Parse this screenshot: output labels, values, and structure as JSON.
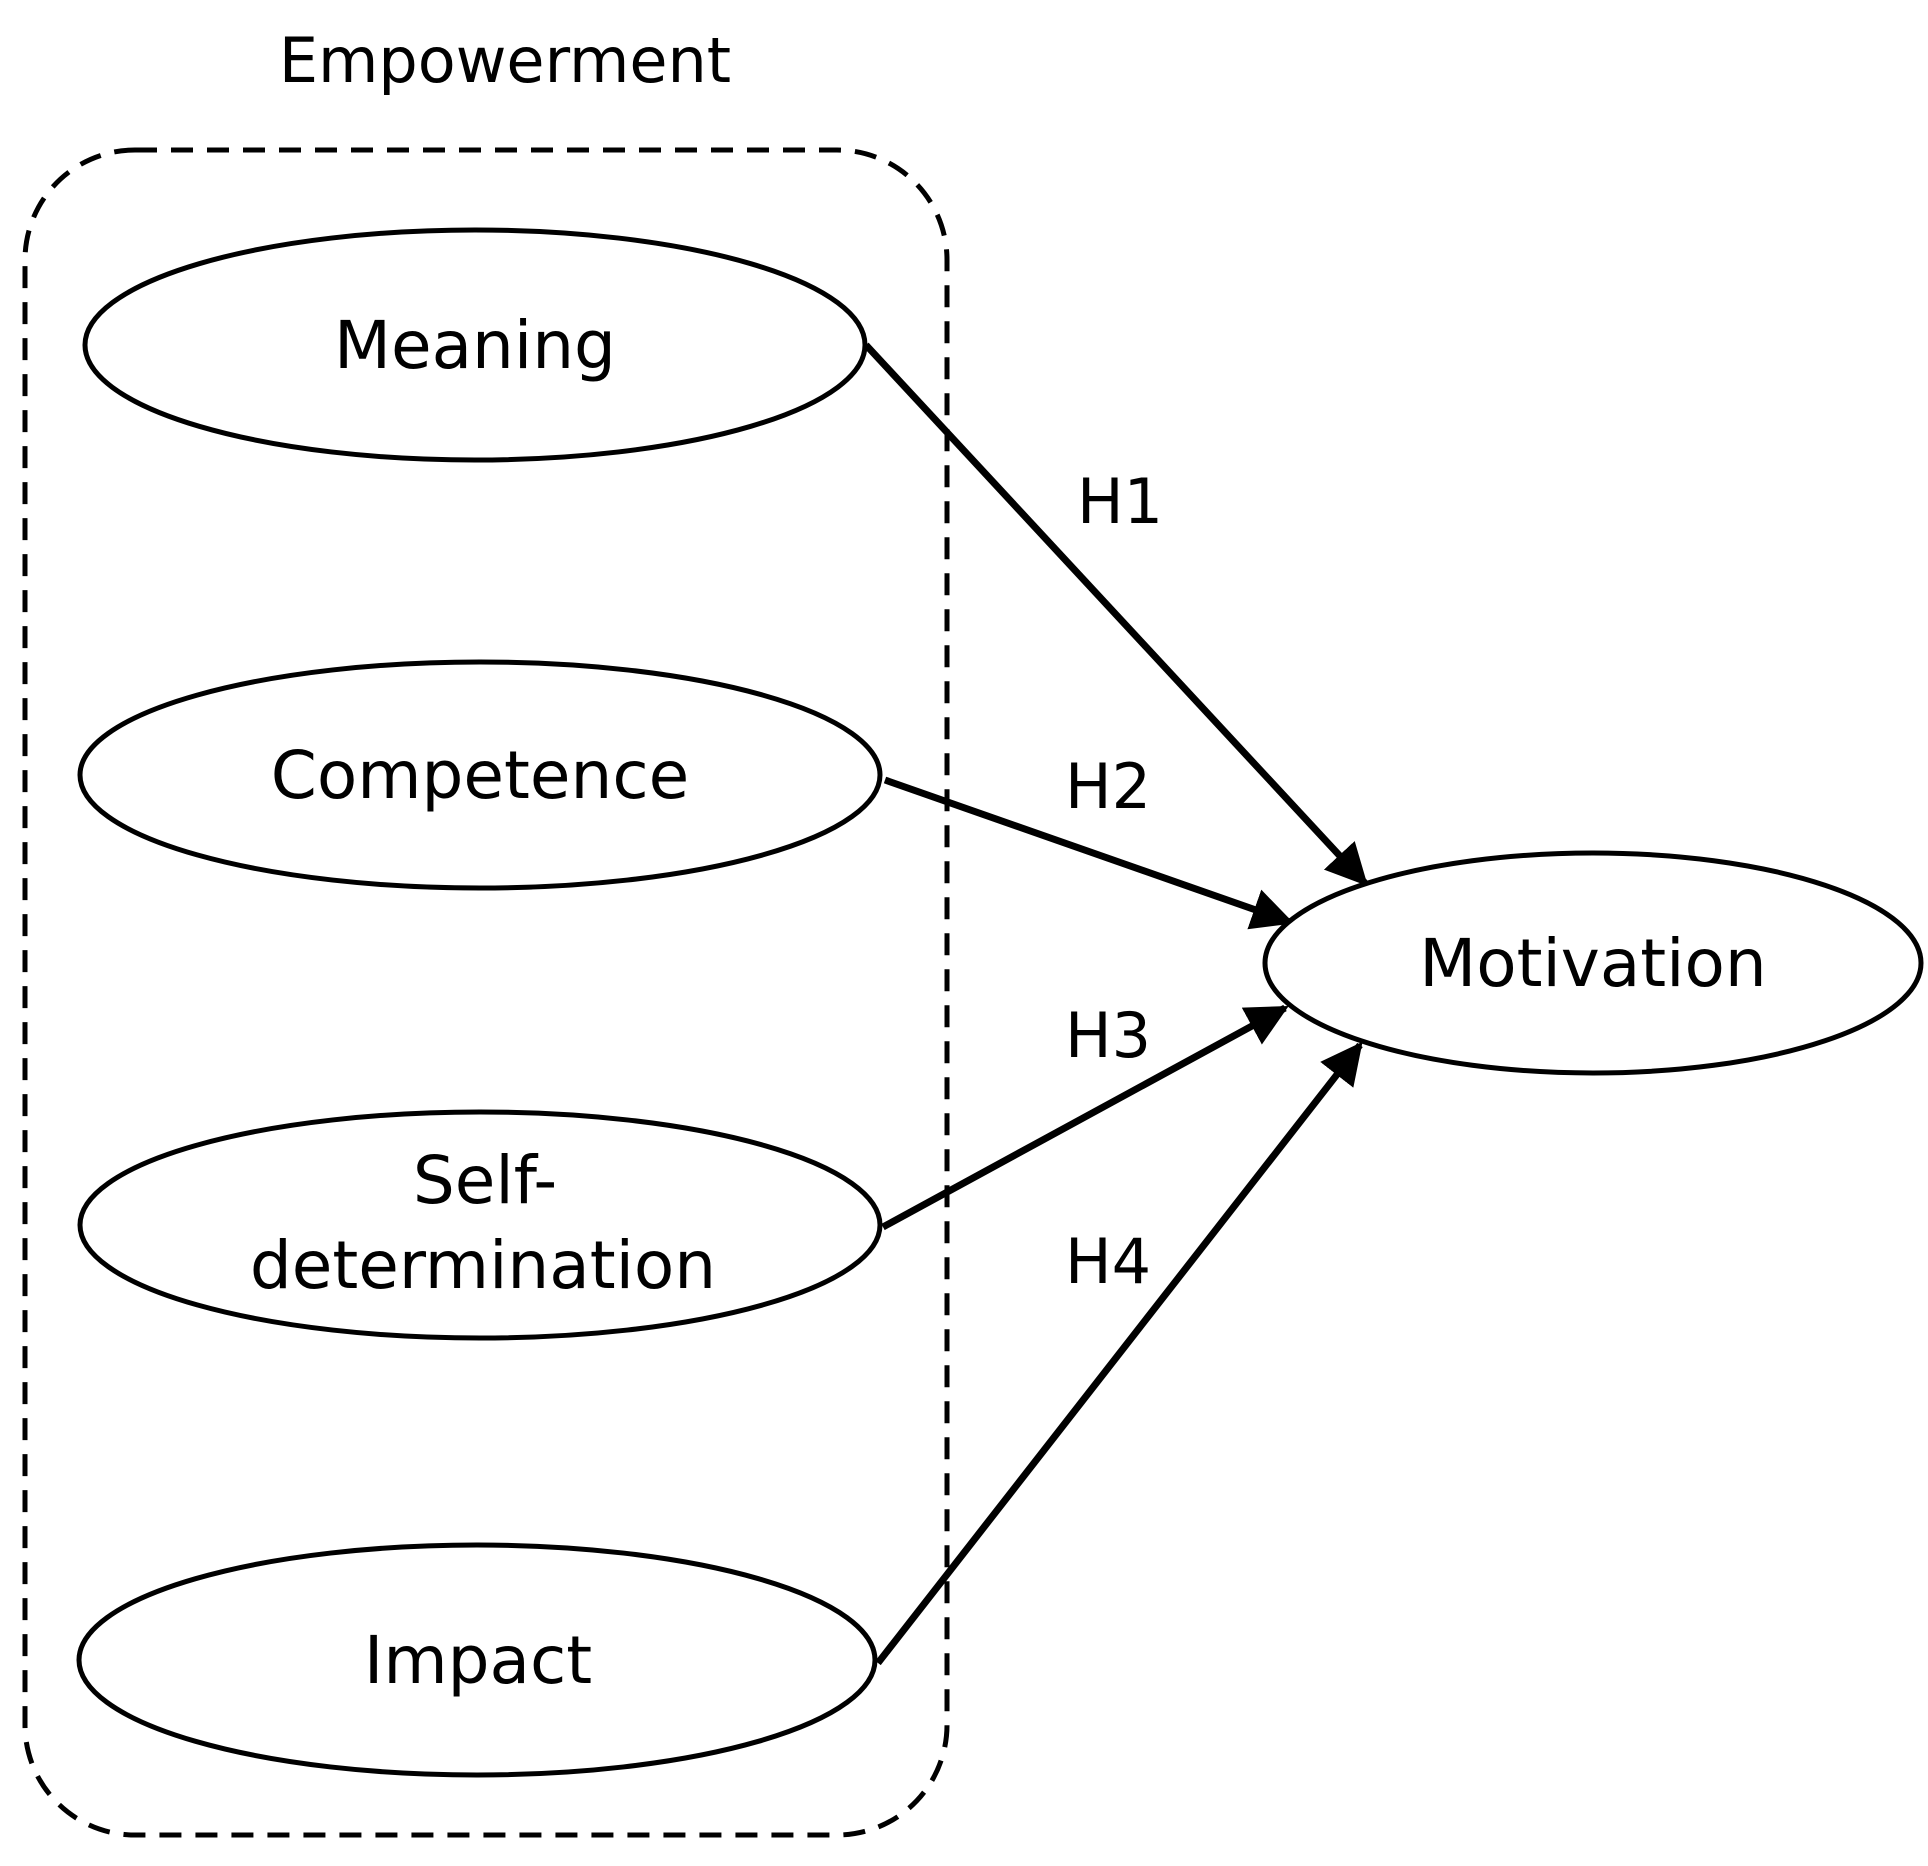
{
  "diagram": {
    "group": {
      "label": "Empowerment"
    },
    "nodes": {
      "meaning": {
        "label": "Meaning"
      },
      "competence": {
        "label": "Competence"
      },
      "self_determination": {
        "label_line1": "Self-",
        "label_line2": "determination"
      },
      "impact": {
        "label": "Impact"
      },
      "motivation": {
        "label": "Motivation"
      }
    },
    "edges": [
      {
        "from": "meaning",
        "to": "motivation",
        "label": "H1"
      },
      {
        "from": "competence",
        "to": "motivation",
        "label": "H2"
      },
      {
        "from": "self_determination",
        "to": "motivation",
        "label": "H3"
      },
      {
        "from": "impact",
        "to": "motivation",
        "label": "H4"
      }
    ],
    "colors": {
      "stroke": "#000000",
      "background": "#ffffff"
    }
  }
}
